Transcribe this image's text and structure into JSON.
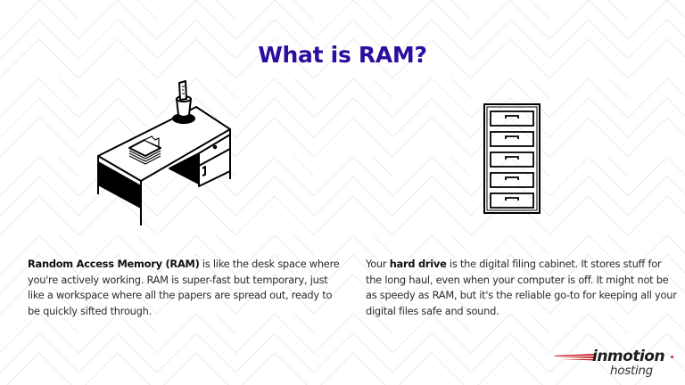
{
  "page": {
    "title": "What is RAM?",
    "colors": {
      "title": "#2c0d9e",
      "body_text": "#2b2b2b",
      "background": "#ffffff",
      "pattern_lines": "#e3eef2",
      "logo_accent": "#c8252c"
    }
  },
  "ram_section": {
    "illustration": "desk-icon",
    "bold_lead": "Random Access Memory (RAM)",
    "text": " is like the desk space where you're actively working. RAM is super-fast but temporary, just like a workspace where all the papers are spread out, ready to be quickly sifted through."
  },
  "hard_drive_section": {
    "illustration": "filing-cabinet-icon",
    "prefix": "Your ",
    "bold_term": "hard drive",
    "text": " is the digital filing cabinet. It stores stuff for the long haul, even when your computer is off. It might not be as speedy as RAM, but it's the reliable go-to for keeping all your digital files safe and sound."
  },
  "logo": {
    "main": "inmotion",
    "sub": "hosting"
  }
}
